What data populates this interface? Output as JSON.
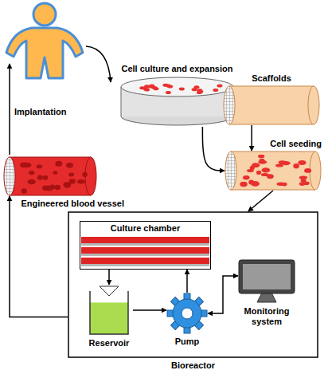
{
  "diagram": {
    "nodes": [
      {
        "text": [
          "Cell culture and expansion"
        ]
      },
      {
        "text": [
          "Scaffolds"
        ]
      },
      {
        "text": [
          "Cell seeding"
        ]
      },
      {
        "text": [
          "Engineered blood vessel"
        ]
      },
      {
        "text": [
          "Bioreactor"
        ]
      },
      {
        "text": [
          "Culture chamber"
        ],
        "in": 4
      },
      {
        "text": [
          "Reservoir"
        ],
        "in": 4
      },
      {
        "text": [
          "Pump"
        ],
        "in": 4
      },
      {
        "text": [
          "Monitoring system"
        ],
        "in": 4
      }
    ],
    "edges": [
      {
        "from": 0,
        "to": 2,
        "arrow": "to"
      },
      {
        "from": 1,
        "to": 2,
        "arrow": "to"
      },
      {
        "from": 2,
        "to": 4,
        "arrow": "to"
      },
      {
        "from": 4,
        "to": 3,
        "arrow": "to"
      },
      {
        "from": 5,
        "to": 6,
        "arrow": "to"
      },
      {
        "from": 6,
        "to": 7,
        "arrow": "to"
      },
      {
        "from": 7,
        "to": 5,
        "arrow": "to"
      },
      {
        "from": 7,
        "to": 8,
        "arrow": "both"
      }
    ],
    "labels": [
      "Implantation"
    ]
  }
}
